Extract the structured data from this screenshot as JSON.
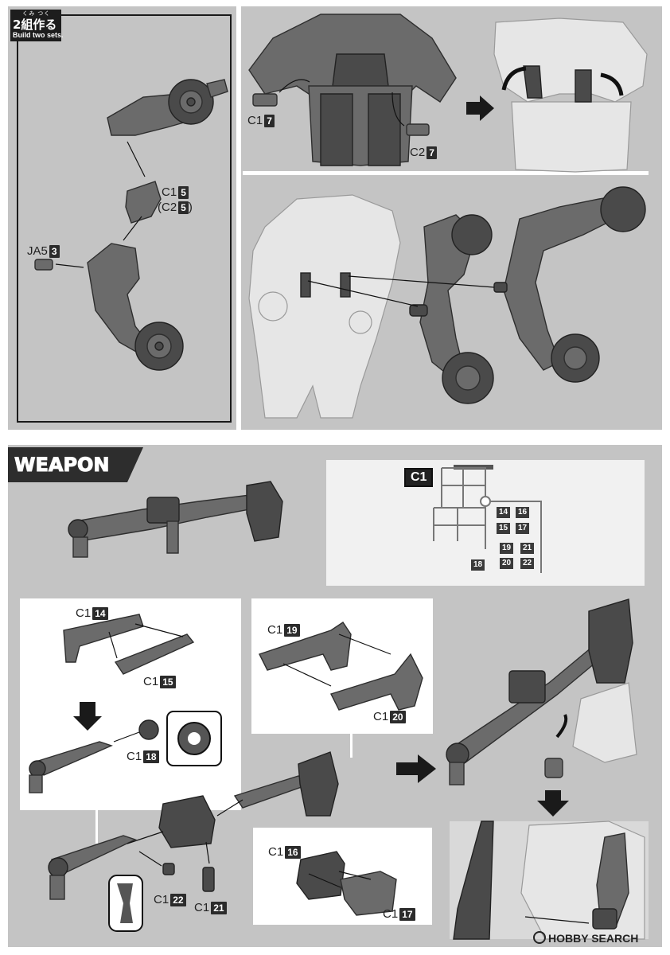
{
  "top_section": {
    "jp_title": "2組作る",
    "ruby": "くみ つく",
    "en_subtitle": "Build two sets."
  },
  "labels": {
    "c1_5": {
      "part": "C1",
      "num": "5"
    },
    "c2_5": {
      "part": "(C2",
      "num": "5",
      "suffix": ")"
    },
    "ja5_3": {
      "part": "JA5",
      "num": "3"
    },
    "c1_7": {
      "part": "C1",
      "num": "7"
    },
    "c2_7": {
      "part": "C2",
      "num": "7"
    },
    "c1_14": {
      "part": "C1",
      "num": "14"
    },
    "c1_15": {
      "part": "C1",
      "num": "15"
    },
    "c1_18": {
      "part": "C1",
      "num": "18"
    },
    "c1_19": {
      "part": "C1",
      "num": "19"
    },
    "c1_20": {
      "part": "C1",
      "num": "20"
    },
    "c1_16": {
      "part": "C1",
      "num": "16"
    },
    "c1_17": {
      "part": "C1",
      "num": "17"
    },
    "c1_22": {
      "part": "C1",
      "num": "22"
    },
    "c1_21": {
      "part": "C1",
      "num": "21"
    }
  },
  "weapon_section": {
    "header": "WEAPON"
  },
  "runner": {
    "title": "C1",
    "cells": [
      "14",
      "16",
      "15",
      "17",
      "19",
      "21",
      "18",
      "20",
      "22"
    ]
  },
  "watermark": {
    "text": "HOBBY SEARCH"
  },
  "colors": {
    "panel_gray": "#c4c4c4",
    "badge_dark": "#2b2b2b",
    "part_gray": "#6b6b6b"
  }
}
